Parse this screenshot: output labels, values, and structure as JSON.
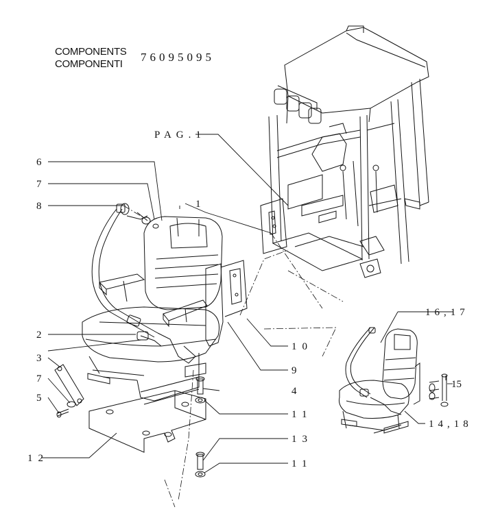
{
  "header": {
    "line1": "COMPONENTS",
    "line2": "COMPONENTI",
    "code": "76095095"
  },
  "page_ref": "PAG.1",
  "callouts": {
    "c1": "1",
    "c2": "2",
    "c3": "3",
    "c4": "4",
    "c5": "5",
    "c6": "6",
    "c7a": "7",
    "c7b": "7",
    "c8": "8",
    "c9": "9",
    "c10": "10",
    "c11a": "11",
    "c11b": "11",
    "c12": "12",
    "c13": "13",
    "c14_18": "14,18",
    "c15": "15",
    "c16_17": "16,17"
  },
  "icons": [
    "operator-seat",
    "cab-frame",
    "seat-belt",
    "mounting-plate",
    "bolt",
    "washer",
    "bracket",
    "alternate-seat"
  ]
}
